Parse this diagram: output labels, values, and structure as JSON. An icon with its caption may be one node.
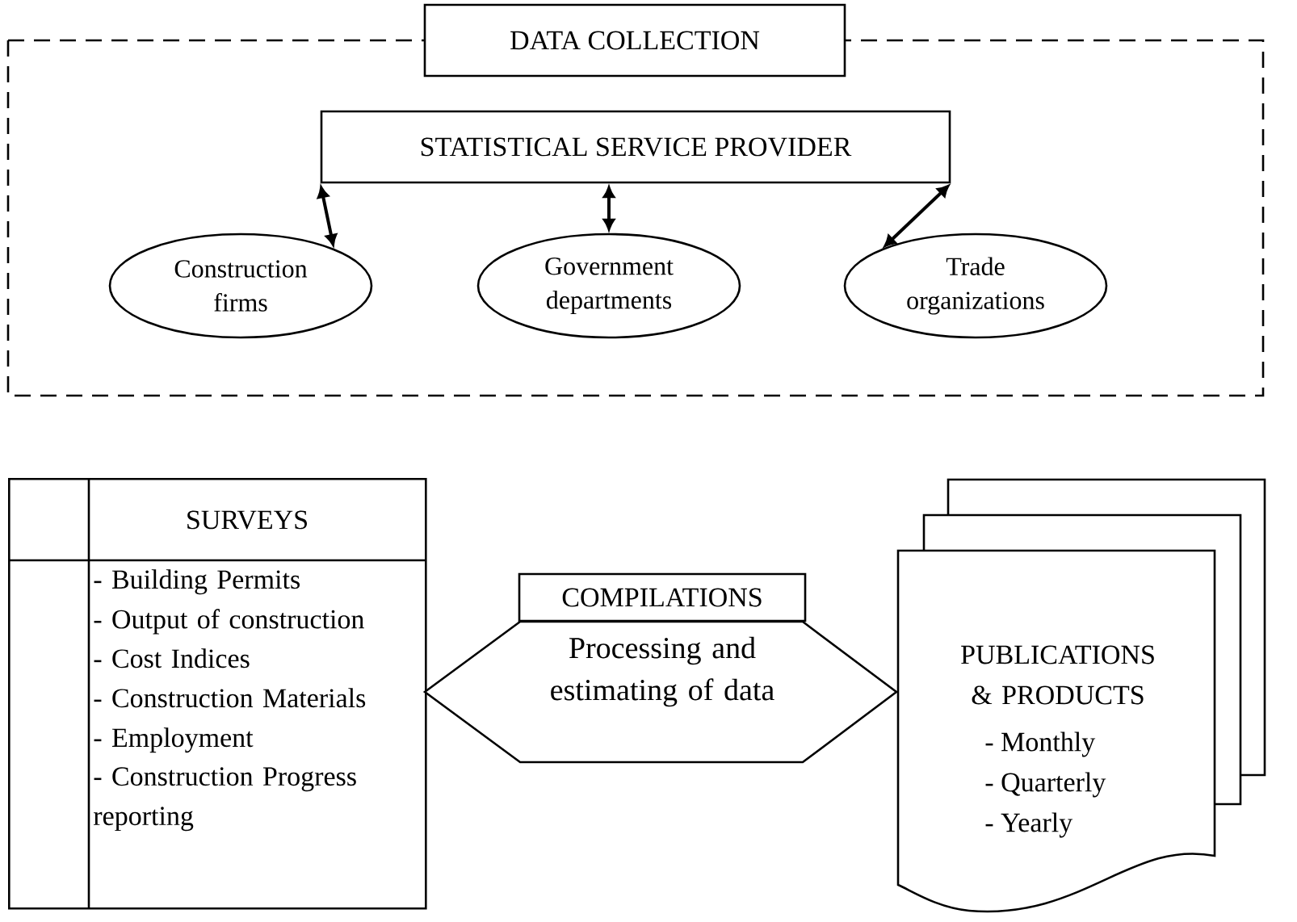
{
  "diagram": {
    "nodes": [
      {
        "text": [
          "DATA COLLECTION"
        ]
      },
      {
        "text": [
          "STATISTICAL SERVICE PROVIDER"
        ],
        "in": 0
      },
      {
        "text": [
          "Construction firms"
        ],
        "in": 0
      },
      {
        "text": [
          "Government departments"
        ],
        "in": 0
      },
      {
        "text": [
          "Trade organizations"
        ],
        "in": 0
      },
      {
        "text": [
          "SURVEYS",
          "- Building Permits",
          "- Output of construction",
          "- Cost Indices",
          "- Construction Materials",
          "- Employment",
          "- Construction Progress reporting"
        ]
      },
      {
        "text": [
          "COMPILATIONS",
          "Processing and estimating of data"
        ]
      },
      {
        "text": [
          "PUBLICATIONS & PRODUCTS",
          "- Monthly",
          "- Quarterly",
          "- Yearly"
        ]
      }
    ],
    "edges": [
      {
        "from": 1,
        "to": 2,
        "arrow": "both"
      },
      {
        "from": 1,
        "to": 3,
        "arrow": "both"
      },
      {
        "from": 1,
        "to": 4,
        "arrow": "both"
      }
    ]
  }
}
